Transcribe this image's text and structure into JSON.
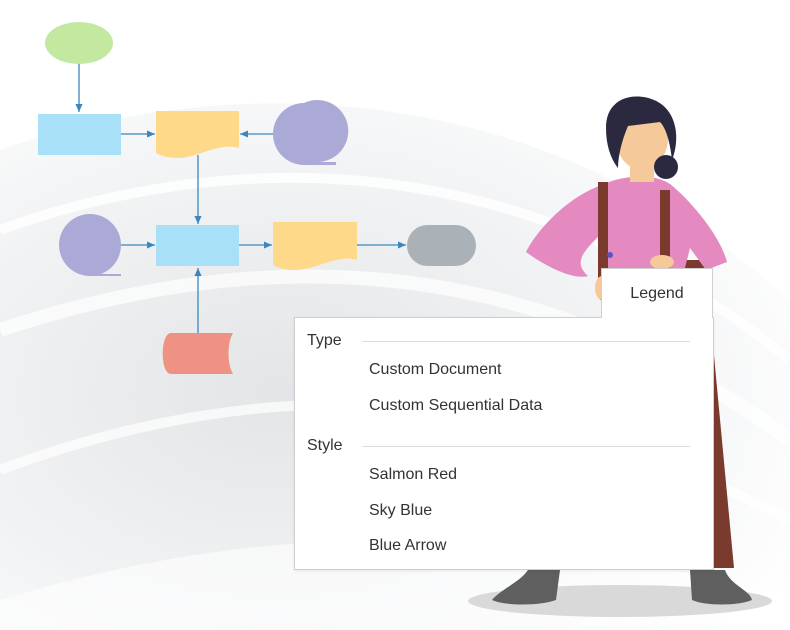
{
  "legend": {
    "title": "Legend",
    "sections": [
      {
        "title": "Type",
        "items": [
          {
            "label": "Custom Document",
            "symbol": "document",
            "color": "#FFD98A"
          },
          {
            "label": "Custom Sequential Data",
            "symbol": "sequential",
            "color": "#ABA9D6"
          }
        ]
      },
      {
        "title": "Style",
        "items": [
          {
            "label": "Salmon Red",
            "symbol": "square",
            "color": "#EE9384"
          },
          {
            "label": "Sky Blue",
            "symbol": "square",
            "color": "#A8E0F7"
          },
          {
            "label": "Blue Arrow",
            "symbol": "arrow",
            "color": "#3C86BF"
          }
        ]
      }
    ]
  },
  "palette": {
    "terminator_green": "#C3E8A0",
    "process_blue": "#A8E0F7",
    "document_yellow": "#FFD98A",
    "sequential_purple": "#ABA9D6",
    "storage_salmon": "#EE9384",
    "terminator_gray": "#AAB2B8",
    "arrow_blue": "#3C86BF"
  }
}
